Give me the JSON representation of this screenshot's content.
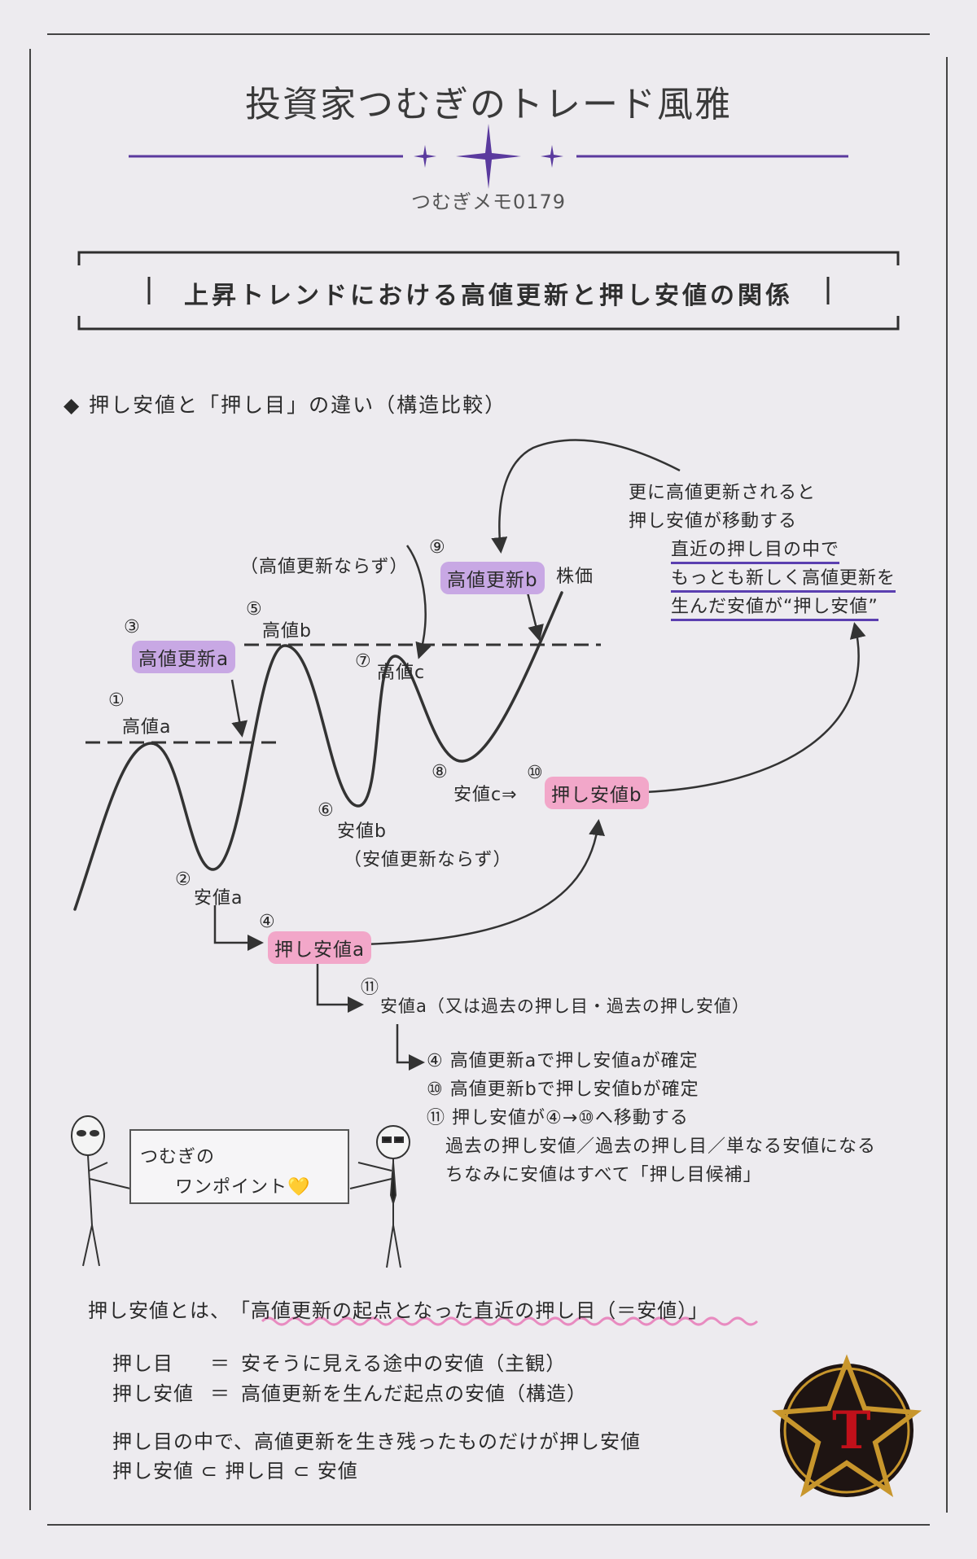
{
  "title": "投資家つむぎのトレード風雅",
  "memo_id": "つむぎメモ0179",
  "headline": "上昇トレンドにおける高値更新と押し安値の関係",
  "section": "◆ 押し安値と「押し目」の違い（構造比較）",
  "diagram": {
    "n1": "①",
    "p1": "高値a",
    "n2": "②",
    "p2": "安値a",
    "n3": "③",
    "p3": "高値更新a",
    "n4": "④",
    "p4": "押し安値a",
    "n5": "⑤",
    "p5": "高値b",
    "n6": "⑥",
    "p6": "安値b",
    "p6_note": "（安値更新ならず）",
    "n7": "⑦",
    "p7": "高値c",
    "p7_note": "（高値更新ならず）",
    "n8": "⑧",
    "p8": "安値c⇒",
    "n9": "⑨",
    "p9": "高値更新b",
    "n10": "⑩",
    "p10": "押し安値b",
    "n11": "⑪",
    "p11": "安値a（又は過去の押し目・過去の押し安値）",
    "price_label": "株価",
    "right_note": [
      "更に高値更新されると",
      "押し安値が移動する",
      "直近の押し目の中で",
      "もっとも新しく高値更新を",
      "生んだ安値が“押し安値”"
    ],
    "summary": [
      "④ 高値更新aで押し安値aが確定",
      "⑩ 高値更新bで押し安値bが確定",
      "⑪ 押し安値が④→⑩へ移動する",
      "　過去の押し安値／過去の押し目／単なる安値になる",
      "　ちなみに安値はすべて「押し目候補」"
    ]
  },
  "one_point": {
    "line1": "つむぎの",
    "line2": "ワンポイント",
    "heart": "💛"
  },
  "definition": {
    "intro": "押し安値とは、",
    "quote": "「高値更新の起点となった直近の押し目（＝安値）」",
    "rows": [
      {
        "term": "押し目",
        "eq": "＝",
        "desc": "安そうに見える途中の安値（主観）"
      },
      {
        "term": "押し安値",
        "eq": "＝",
        "desc": "高値更新を生んだ起点の安値（構造）"
      }
    ],
    "conclusion1": "押し目の中で、高値更新を生き残ったものだけが押し安値",
    "conclusion2": "押し安値 ⊂ 押し目 ⊂ 安値"
  },
  "logo": {
    "letter": "T"
  },
  "colors": {
    "purple_line": "#5a3a9e",
    "pill_purple": "#c8a8e4",
    "pill_pink": "#f2a7c9",
    "wave": "#e88bc0",
    "logo_gold": "#c8962c",
    "logo_red": "#c0101a"
  }
}
